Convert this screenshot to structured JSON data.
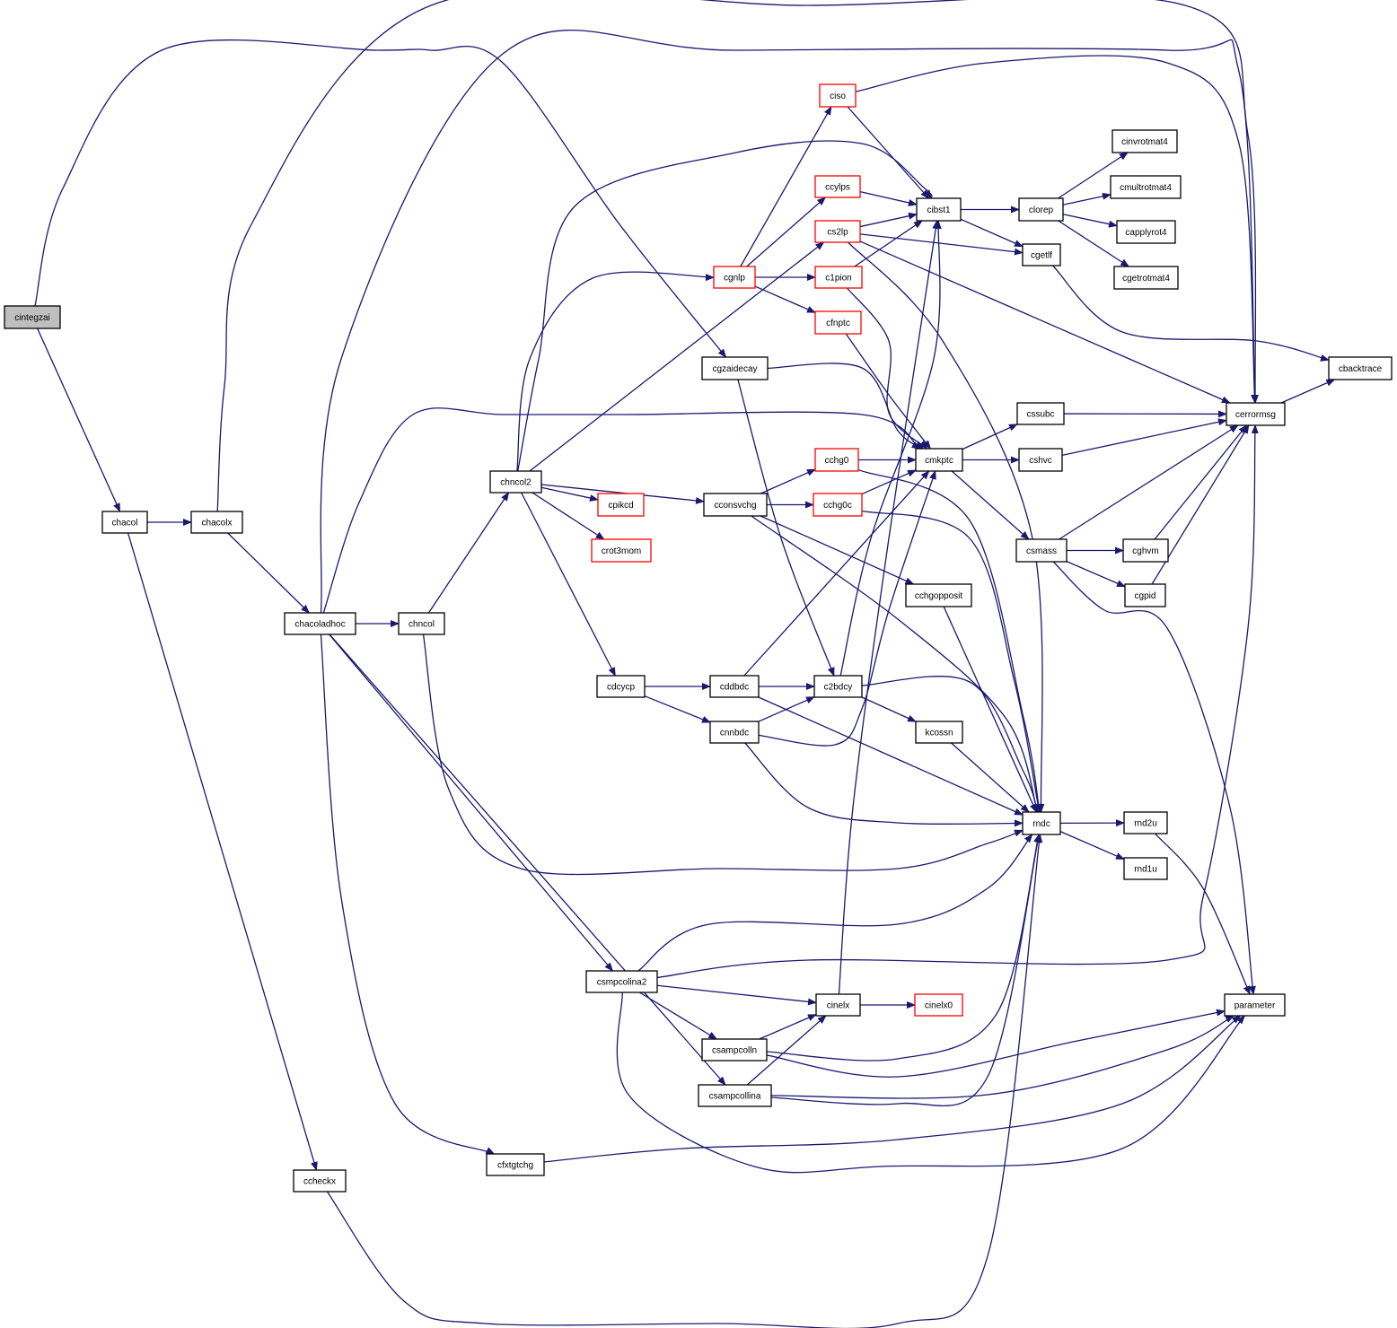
{
  "colors": {
    "edge": "#191970",
    "node_border": "#000000",
    "node_border_truncated": "#ff0000",
    "node_fill": "#ffffff",
    "root_fill": "#bfbfbf"
  },
  "nodes": [
    {
      "id": "cintegzai",
      "label": "cintegzai",
      "style": "root"
    },
    {
      "id": "chacol",
      "label": "chacol",
      "style": "normal"
    },
    {
      "id": "chacolx",
      "label": "chacolx",
      "style": "normal"
    },
    {
      "id": "chacoladhoc",
      "label": "chacoladhoc",
      "style": "normal"
    },
    {
      "id": "chncol",
      "label": "chncol",
      "style": "normal"
    },
    {
      "id": "chncol2",
      "label": "chncol2",
      "style": "normal"
    },
    {
      "id": "ccheckx",
      "label": "ccheckx",
      "style": "normal"
    },
    {
      "id": "cfxtgtchg",
      "label": "cfxtgtchg",
      "style": "normal"
    },
    {
      "id": "csmpcolina2",
      "label": "csmpcolina2",
      "style": "normal"
    },
    {
      "id": "csampcolln",
      "label": "csampcolln",
      "style": "normal"
    },
    {
      "id": "csampcollina",
      "label": "csampcollina",
      "style": "normal"
    },
    {
      "id": "cinelx",
      "label": "cinelx",
      "style": "normal"
    },
    {
      "id": "cinelx0",
      "label": "cinelx0",
      "style": "truncated"
    },
    {
      "id": "cdcycp",
      "label": "cdcycp",
      "style": "normal"
    },
    {
      "id": "cddbdc",
      "label": "cddbdc",
      "style": "normal"
    },
    {
      "id": "cnnbdc",
      "label": "cnnbdc",
      "style": "normal"
    },
    {
      "id": "c2bdcy",
      "label": "c2bdcy",
      "style": "normal"
    },
    {
      "id": "kcossn",
      "label": "kcossn",
      "style": "normal"
    },
    {
      "id": "rndc",
      "label": "rndc",
      "style": "normal"
    },
    {
      "id": "rnd2u",
      "label": "rnd2u",
      "style": "normal"
    },
    {
      "id": "rnd1u",
      "label": "rnd1u",
      "style": "normal"
    },
    {
      "id": "parameter",
      "label": "parameter",
      "style": "normal"
    },
    {
      "id": "cgzaidecay",
      "label": "cgzaidecay",
      "style": "normal"
    },
    {
      "id": "cgnlp",
      "label": "cgnlp",
      "style": "truncated"
    },
    {
      "id": "ciso",
      "label": "ciso",
      "style": "truncated"
    },
    {
      "id": "ccylps",
      "label": "ccylps",
      "style": "truncated"
    },
    {
      "id": "cs2lp",
      "label": "cs2lp",
      "style": "truncated"
    },
    {
      "id": "c1pion",
      "label": "c1pion",
      "style": "truncated"
    },
    {
      "id": "cfnptc",
      "label": "cfnptc",
      "style": "truncated"
    },
    {
      "id": "cpikcd",
      "label": "cpikcd",
      "style": "truncated"
    },
    {
      "id": "crot3mom",
      "label": "crot3mom",
      "style": "truncated"
    },
    {
      "id": "cconsvchg",
      "label": "cconsvchg",
      "style": "normal"
    },
    {
      "id": "cchg0",
      "label": "cchg0",
      "style": "truncated"
    },
    {
      "id": "cchg0c",
      "label": "cchg0c",
      "style": "truncated"
    },
    {
      "id": "cchgopposit",
      "label": "cchgopposit",
      "style": "normal"
    },
    {
      "id": "cmkptc",
      "label": "cmkptc",
      "style": "normal"
    },
    {
      "id": "cssubc",
      "label": "cssubc",
      "style": "normal"
    },
    {
      "id": "cshvc",
      "label": "cshvc",
      "style": "normal"
    },
    {
      "id": "csmass",
      "label": "csmass",
      "style": "normal"
    },
    {
      "id": "cghvm",
      "label": "cghvm",
      "style": "normal"
    },
    {
      "id": "cgpid",
      "label": "cgpid",
      "style": "normal"
    },
    {
      "id": "cibst1",
      "label": "cibst1",
      "style": "normal"
    },
    {
      "id": "clorep",
      "label": "clorep",
      "style": "normal"
    },
    {
      "id": "cgetlf",
      "label": "cgetlf",
      "style": "normal"
    },
    {
      "id": "cinvrotmat4",
      "label": "cinvrotmat4",
      "style": "normal"
    },
    {
      "id": "cmultrotmat4",
      "label": "cmultrotmat4",
      "style": "normal"
    },
    {
      "id": "capplyrot4",
      "label": "capplyrot4",
      "style": "normal"
    },
    {
      "id": "cgetrotmat4",
      "label": "cgetrotmat4",
      "style": "normal"
    },
    {
      "id": "cerrormsg",
      "label": "cerrormsg",
      "style": "normal"
    },
    {
      "id": "cbacktrace",
      "label": "cbacktrace",
      "style": "normal"
    }
  ],
  "edges": [
    [
      "cintegzai",
      "chacol"
    ],
    [
      "cintegzai",
      "cgzaidecay"
    ],
    [
      "chacol",
      "chacolx"
    ],
    [
      "chacol",
      "ccheckx"
    ],
    [
      "chacolx",
      "chacoladhoc"
    ],
    [
      "chacolx",
      "cerrormsg"
    ],
    [
      "chacoladhoc",
      "chncol"
    ],
    [
      "chacoladhoc",
      "cmkptc"
    ],
    [
      "chacoladhoc",
      "csmpcolina2"
    ],
    [
      "chacoladhoc",
      "csampcollina"
    ],
    [
      "chacoladhoc",
      "cfxtgtchg"
    ],
    [
      "chacoladhoc",
      "cerrormsg"
    ],
    [
      "chncol",
      "chncol2"
    ],
    [
      "chncol",
      "rndc"
    ],
    [
      "chncol2",
      "cgnlp"
    ],
    [
      "chncol2",
      "cibst1"
    ],
    [
      "chncol2",
      "cs2lp"
    ],
    [
      "chncol2",
      "cconsvchg"
    ],
    [
      "chncol2",
      "cpikcd"
    ],
    [
      "chncol2",
      "crot3mom"
    ],
    [
      "chncol2",
      "cdcycp"
    ],
    [
      "ccheckx",
      "rndc"
    ],
    [
      "cfxtgtchg",
      "parameter"
    ],
    [
      "csmpcolina2",
      "cinelx"
    ],
    [
      "csmpcolina2",
      "csampcolln"
    ],
    [
      "csmpcolina2",
      "rndc"
    ],
    [
      "csmpcolina2",
      "cerrormsg"
    ],
    [
      "csmpcolina2",
      "parameter"
    ],
    [
      "csampcolln",
      "cinelx"
    ],
    [
      "csampcolln",
      "rndc"
    ],
    [
      "csampcolln",
      "parameter"
    ],
    [
      "csampcollina",
      "cinelx"
    ],
    [
      "csampcollina",
      "rndc"
    ],
    [
      "csampcollina",
      "parameter"
    ],
    [
      "cinelx",
      "cinelx0"
    ],
    [
      "cinelx",
      "cibst1"
    ],
    [
      "cdcycp",
      "cddbdc"
    ],
    [
      "cdcycp",
      "cnnbdc"
    ],
    [
      "cddbdc",
      "c2bdcy"
    ],
    [
      "cddbdc",
      "cmkptc"
    ],
    [
      "cddbdc",
      "rndc"
    ],
    [
      "cnnbdc",
      "c2bdcy"
    ],
    [
      "cnnbdc",
      "cmkptc"
    ],
    [
      "cnnbdc",
      "rndc"
    ],
    [
      "c2bdcy",
      "cibst1"
    ],
    [
      "c2bdcy",
      "kcossn"
    ],
    [
      "c2bdcy",
      "rndc"
    ],
    [
      "kcossn",
      "rndc"
    ],
    [
      "rndc",
      "rnd2u"
    ],
    [
      "rndc",
      "rnd1u"
    ],
    [
      "rnd2u",
      "parameter"
    ],
    [
      "cgzaidecay",
      "cmkptc"
    ],
    [
      "cgzaidecay",
      "c2bdcy"
    ],
    [
      "cgnlp",
      "ciso"
    ],
    [
      "cgnlp",
      "ccylps"
    ],
    [
      "cgnlp",
      "c1pion"
    ],
    [
      "cgnlp",
      "cfnptc"
    ],
    [
      "ciso",
      "cibst1"
    ],
    [
      "ciso",
      "cerrormsg"
    ],
    [
      "ccylps",
      "cibst1"
    ],
    [
      "cs2lp",
      "cibst1"
    ],
    [
      "cs2lp",
      "cgetlf"
    ],
    [
      "cs2lp",
      "cerrormsg"
    ],
    [
      "cs2lp",
      "rndc"
    ],
    [
      "c1pion",
      "cibst1"
    ],
    [
      "c1pion",
      "cmkptc"
    ],
    [
      "cfnptc",
      "cmkptc"
    ],
    [
      "cconsvchg",
      "cchg0"
    ],
    [
      "cconsvchg",
      "cchg0c"
    ],
    [
      "cconsvchg",
      "cchgopposit"
    ],
    [
      "cconsvchg",
      "rndc"
    ],
    [
      "cchg0",
      "cmkptc"
    ],
    [
      "cchg0",
      "rndc"
    ],
    [
      "cchg0c",
      "cmkptc"
    ],
    [
      "cchg0c",
      "rndc"
    ],
    [
      "cchgopposit",
      "rndc"
    ],
    [
      "cmkptc",
      "cssubc"
    ],
    [
      "cmkptc",
      "cshvc"
    ],
    [
      "cmkptc",
      "csmass"
    ],
    [
      "cssubc",
      "cerrormsg"
    ],
    [
      "cshvc",
      "cerrormsg"
    ],
    [
      "csmass",
      "cghvm"
    ],
    [
      "csmass",
      "cgpid"
    ],
    [
      "csmass",
      "cerrormsg"
    ],
    [
      "csmass",
      "parameter"
    ],
    [
      "cghvm",
      "cerrormsg"
    ],
    [
      "cgpid",
      "cerrormsg"
    ],
    [
      "cibst1",
      "clorep"
    ],
    [
      "cibst1",
      "cgetlf"
    ],
    [
      "clorep",
      "cinvrotmat4"
    ],
    [
      "clorep",
      "cmultrotmat4"
    ],
    [
      "clorep",
      "capplyrot4"
    ],
    [
      "clorep",
      "cgetrotmat4"
    ],
    [
      "cgetlf",
      "cbacktrace"
    ],
    [
      "cerrormsg",
      "cbacktrace"
    ]
  ]
}
